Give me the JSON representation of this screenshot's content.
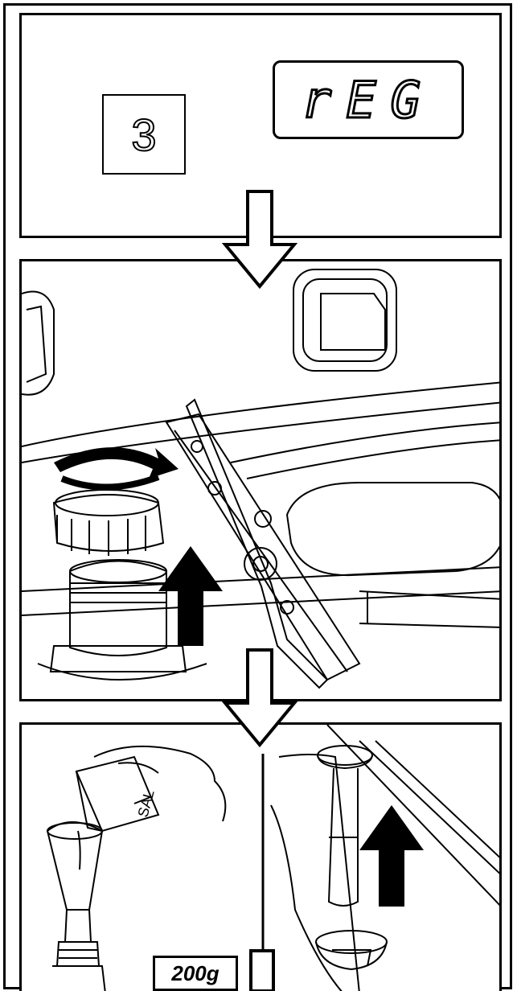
{
  "panel1": {
    "step_number": "3",
    "display_text": "rEG"
  },
  "panel3": {
    "salt_label": "SAL",
    "salt_amount": "200g"
  },
  "colors": {
    "line": "#000000",
    "background": "#ffffff",
    "arrow_fill": "#000000"
  }
}
